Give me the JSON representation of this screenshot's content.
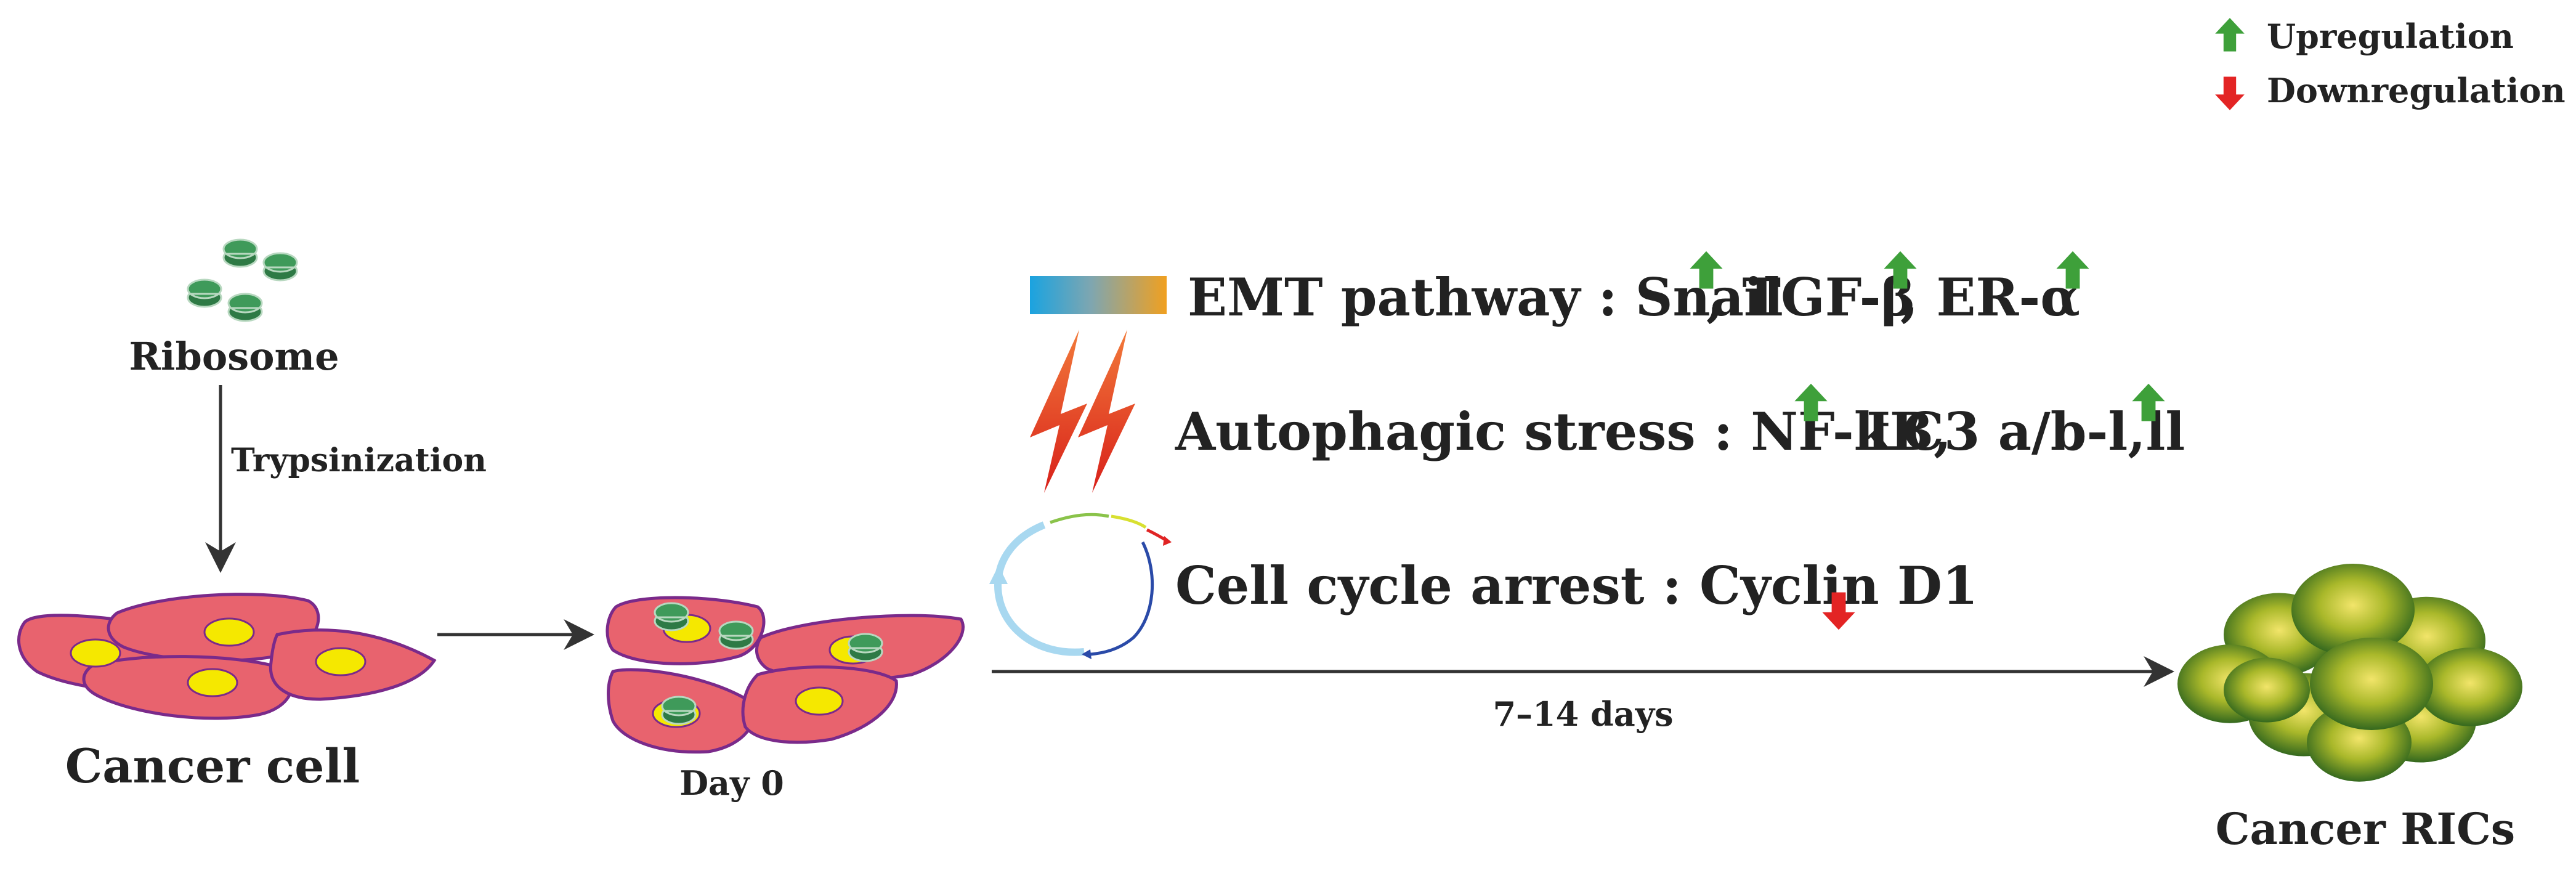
{
  "legend": {
    "up_label": "Upregulation",
    "down_label": "Downregulation"
  },
  "labels": {
    "ribosome": "Ribosome",
    "trypsinization": "Trypsinization",
    "cancer_cell": "Cancer cell",
    "day0": "Day 0",
    "duration": "7–14 days",
    "cancer_rics": "Cancer RICs"
  },
  "pathways": {
    "emt_title": "EMT pathway : ",
    "emt_snail": "Snail",
    "emt_tgf": "TGF-β",
    "emt_er": "ER-α",
    "comma": ",",
    "auto_title": "Autophagic stress : ",
    "auto_nfkb": "NF-kB",
    "auto_lc3": "LC3 a/b-l,ll",
    "cycle_title": "Cell cycle arrest : ",
    "cycle_cyclin": "Cyclin D1"
  },
  "colors": {
    "up_arrow": "#3ea03a",
    "down_arrow": "#e32424",
    "cell_fill": "#e8636e",
    "cell_outline": "#7a2a8a",
    "nucleus": "#f5e800",
    "ribosome": "#2e8a4a",
    "lightning": "#e8402a",
    "ric_sphere": "#a9b82a",
    "text": "#222222"
  },
  "icons": {
    "up": "up-arrow-icon",
    "down": "down-arrow-icon",
    "lightning": "lightning-icon",
    "cycle": "cell-cycle-icon",
    "emt_bar": "gradient-bar-icon"
  }
}
